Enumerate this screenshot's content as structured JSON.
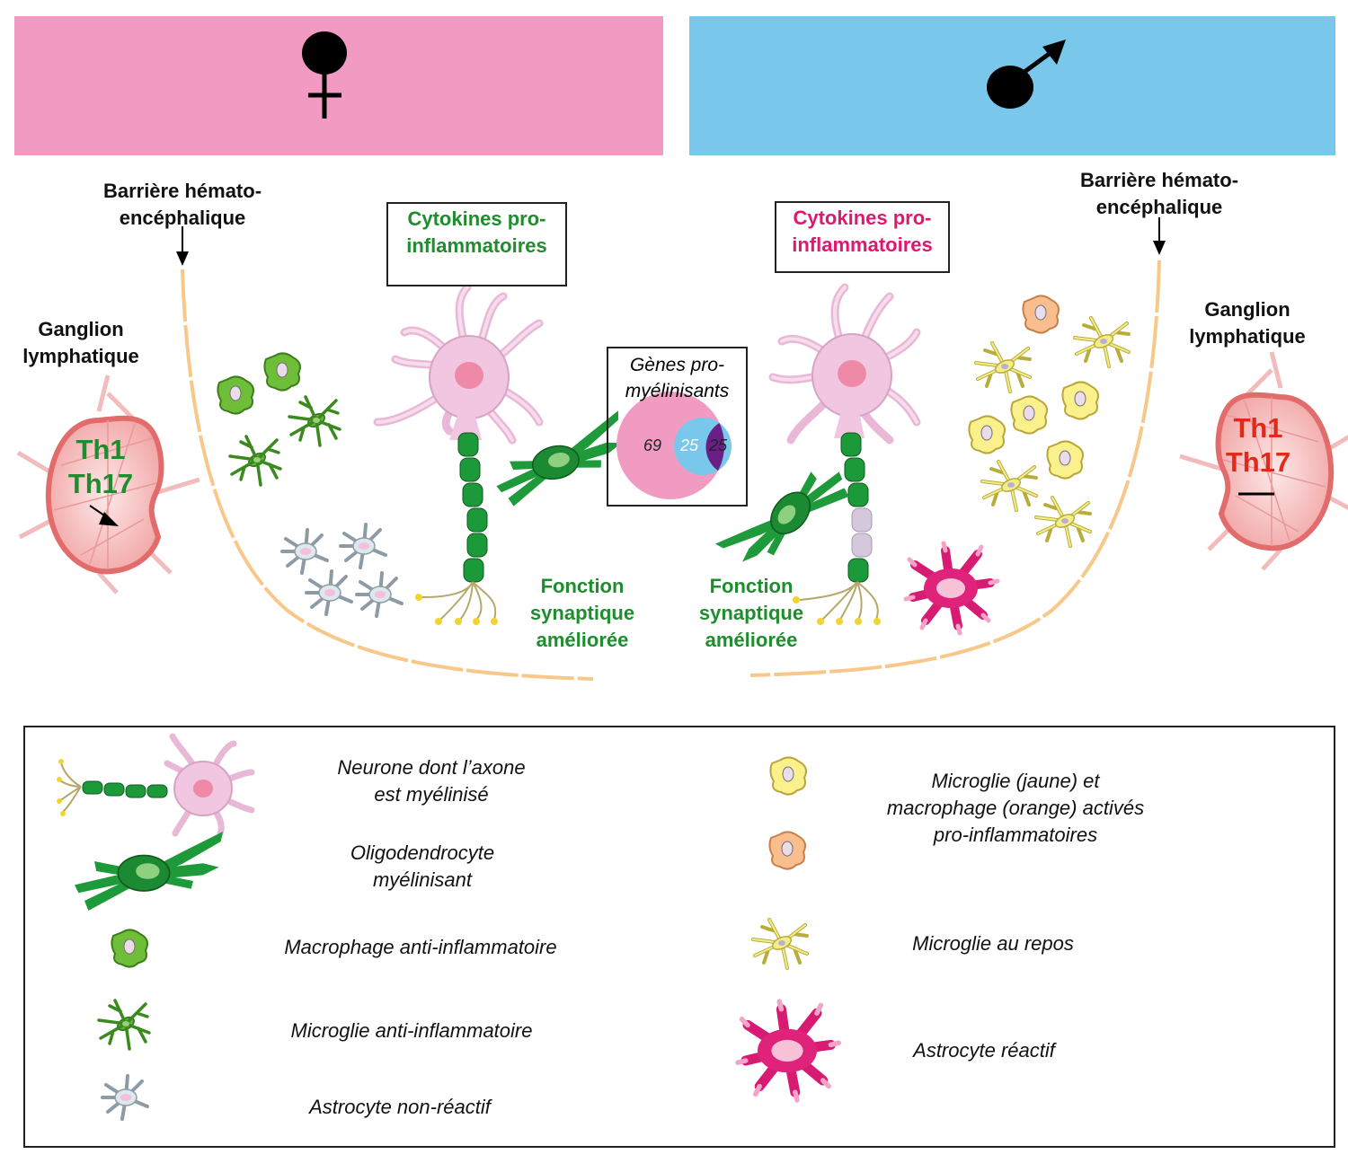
{
  "banners": {
    "female": {
      "symbol": "female-symbol",
      "color": "#f29bc2"
    },
    "male": {
      "symbol": "male-symbol",
      "color": "#79c8ec"
    }
  },
  "left_panel": {
    "bbb_label": "Barrière hémato-\nencéphalique",
    "lymph_label": "Ganglion\nlymphatique",
    "th1": "Th1",
    "th17": "Th17",
    "cytokines": "Cytokines pro-\ninflammatoires",
    "synaptic": "Fonction\nsynaptique\naméliorée"
  },
  "right_panel": {
    "bbb_label": "Barrière hémato-\nencéphalique",
    "lymph_label": "Ganglion\nlymphatique",
    "th1": "Th1",
    "th17": "Th17",
    "cytokines": "Cytokines pro-\ninflammatoires",
    "synaptic": "Fonction\nsynaptique\naméliorée"
  },
  "venn": {
    "title": "Gènes pro-\nmyélinisants",
    "left_only": "69",
    "overlap": "25",
    "right_only": "25",
    "colors": {
      "left": "#f29bc2",
      "overlap": "#6a1f86",
      "right": "#79c8ec"
    }
  },
  "legend": {
    "neuron": "Neurone dont l’axone\nest myélinisé",
    "oligodendrocyte": "Oligodendrocyte\nmyélinisant",
    "macrophage_anti": "Macrophage anti-inflammatoire",
    "microglia_anti": "Microglie anti-inflammatoire",
    "astrocyte_non": "Astrocyte non-réactif",
    "microglia_activated": "Microglie (jaune) et\nmacrophage (orange) activés\npro-inflammatoires",
    "microglia_rest": "Microglie au repos",
    "astrocyte_reactive": "Astrocyte réactif"
  },
  "colors": {
    "green": "#1f8c2e",
    "pink": "#e0176e",
    "red": "#e02a1a",
    "barrier": "#f7c88a",
    "myelin": "#1c9a3a",
    "neuron": "#f0c6e0"
  }
}
